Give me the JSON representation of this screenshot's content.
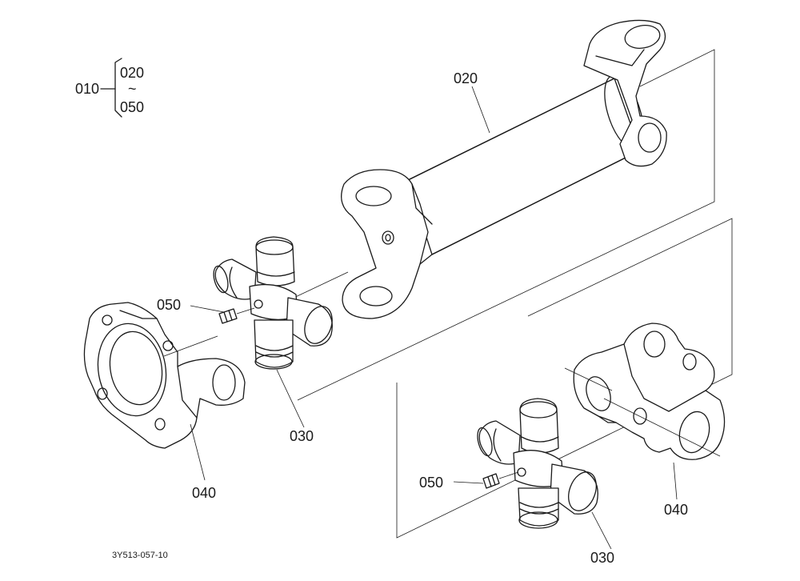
{
  "diagram": {
    "group_label": "010",
    "group_from": "020",
    "group_tilde": "~",
    "group_to": "050",
    "callouts": {
      "shaft": "020",
      "grease_nipple_left": "050",
      "cross_left": "030",
      "flange_left": "040",
      "grease_nipple_right": "050",
      "yoke_right": "040",
      "cross_right": "030"
    },
    "figure_code": "3Y513-057-10"
  }
}
